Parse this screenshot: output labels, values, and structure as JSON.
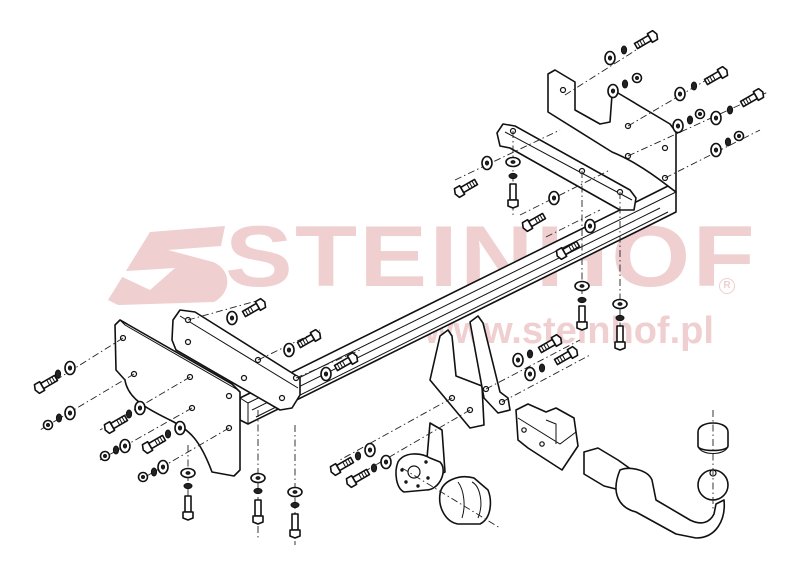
{
  "diagram": {
    "type": "exploded-assembly-drawing",
    "subject": "Tow bar (towing hitch) assembly",
    "watermark": {
      "brand": "STEINHOF",
      "registered_mark": "R",
      "url": "www.steinhof.pl",
      "color": "#f0cfd0"
    },
    "line_color": "#111111",
    "background": "#ffffff",
    "components": [
      {
        "id": "main-crossbeam",
        "label": "Main cross beam (tube)"
      },
      {
        "id": "left-side-bracket-outer",
        "label": "Left side mounting plate"
      },
      {
        "id": "left-side-bracket-inner",
        "label": "Left upper bracket"
      },
      {
        "id": "right-side-bracket",
        "label": "Right side mounting plate"
      },
      {
        "id": "right-upper-bracket",
        "label": "Right upper bracket"
      },
      {
        "id": "center-lugs",
        "label": "Center vertical lugs"
      },
      {
        "id": "socket-plate",
        "label": "Electrical socket bracket"
      },
      {
        "id": "electrical-socket",
        "label": "7-pin electrical socket"
      },
      {
        "id": "receiver-block",
        "label": "Detachable receiver block"
      },
      {
        "id": "detachable-ball-neck",
        "label": "Detachable ball neck"
      },
      {
        "id": "tow-ball-cover",
        "label": "Tow ball cap"
      },
      {
        "id": "bolt-sets",
        "label": "Bolts, washers, spring washers and nuts"
      }
    ]
  }
}
